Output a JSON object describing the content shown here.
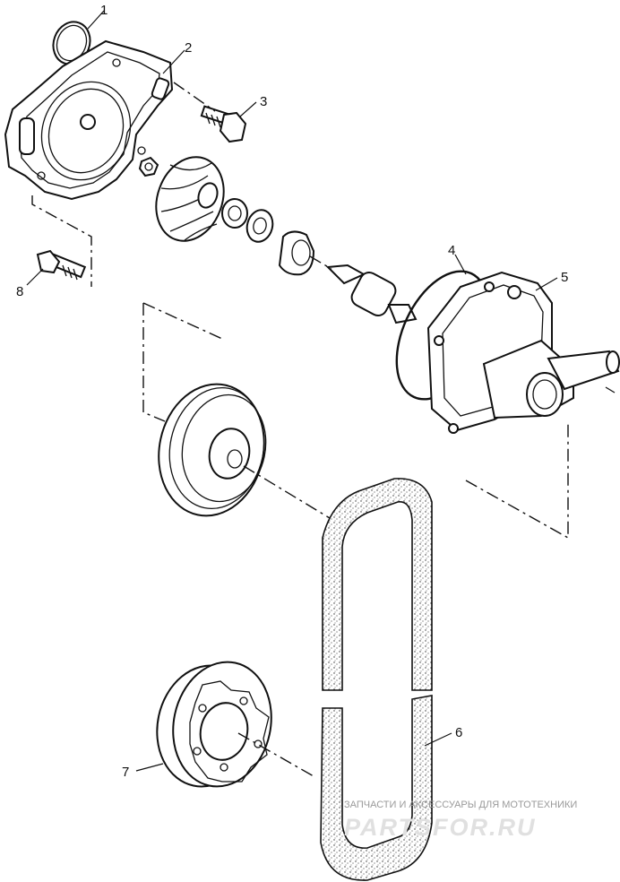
{
  "callouts": [
    "1",
    "2",
    "3",
    "4",
    "5",
    "6",
    "7",
    "8"
  ],
  "watermark": {
    "caption": "ЗАПЧАСТИ И АКСЕССУАРЫ ДЛЯ МОТОТЕХНИКИ",
    "brand": "PARTSFOR.RU"
  }
}
